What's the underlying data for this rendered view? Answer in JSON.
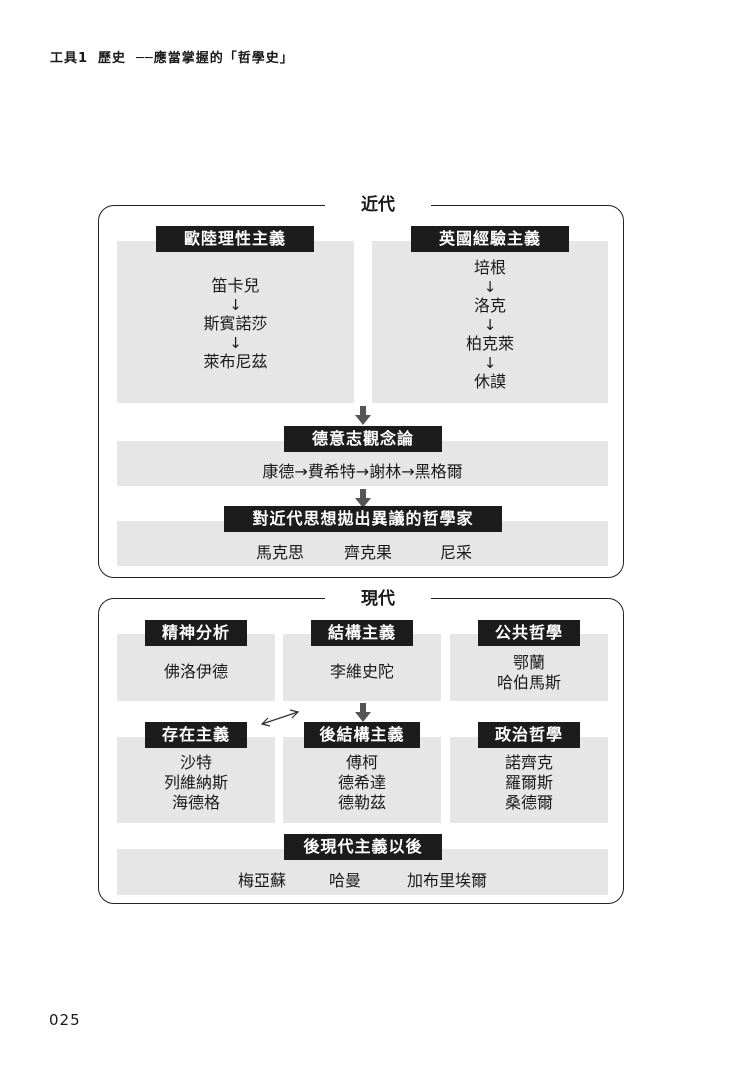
{
  "header": {
    "tool": "工具1",
    "section": "歷史",
    "title": "──應當掌握的「哲學史」"
  },
  "page_number": "025",
  "modern_early": {
    "era_label": "近代",
    "rationalism": {
      "label": "歐陸理性主義",
      "names": [
        "笛卡兒",
        "斯賓諾莎",
        "萊布尼茲"
      ]
    },
    "empiricism": {
      "label": "英國經驗主義",
      "names": [
        "培根",
        "洛克",
        "柏克萊",
        "休謨"
      ]
    },
    "idealism": {
      "label": "德意志觀念論",
      "line": "康德→費希特→謝林→黑格爾"
    },
    "dissenters": {
      "label": "對近代思想拋出異議的哲學家",
      "names": [
        "馬克思",
        "齊克果",
        "尼采"
      ]
    }
  },
  "contemporary": {
    "era_label": "現代",
    "psychoanalysis": {
      "label": "精神分析",
      "names": [
        "佛洛伊德"
      ]
    },
    "structuralism": {
      "label": "結構主義",
      "names": [
        "李維史陀"
      ]
    },
    "public_philosophy": {
      "label": "公共哲學",
      "names": [
        "鄂蘭",
        "哈伯馬斯"
      ]
    },
    "existentialism": {
      "label": "存在主義",
      "names": [
        "沙特",
        "列維納斯",
        "海德格"
      ]
    },
    "poststructuralism": {
      "label": "後結構主義",
      "names": [
        "傅柯",
        "德希達",
        "德勒茲"
      ]
    },
    "political_philosophy": {
      "label": "政治哲學",
      "names": [
        "諾齊克",
        "羅爾斯",
        "桑德爾"
      ]
    },
    "postmodernism": {
      "label": "後現代主義以後",
      "names": [
        "梅亞蘇",
        "哈曼",
        "加布里埃爾"
      ]
    },
    "arrow_symbol": "↓",
    "bidirectional_symbol": "↔"
  }
}
